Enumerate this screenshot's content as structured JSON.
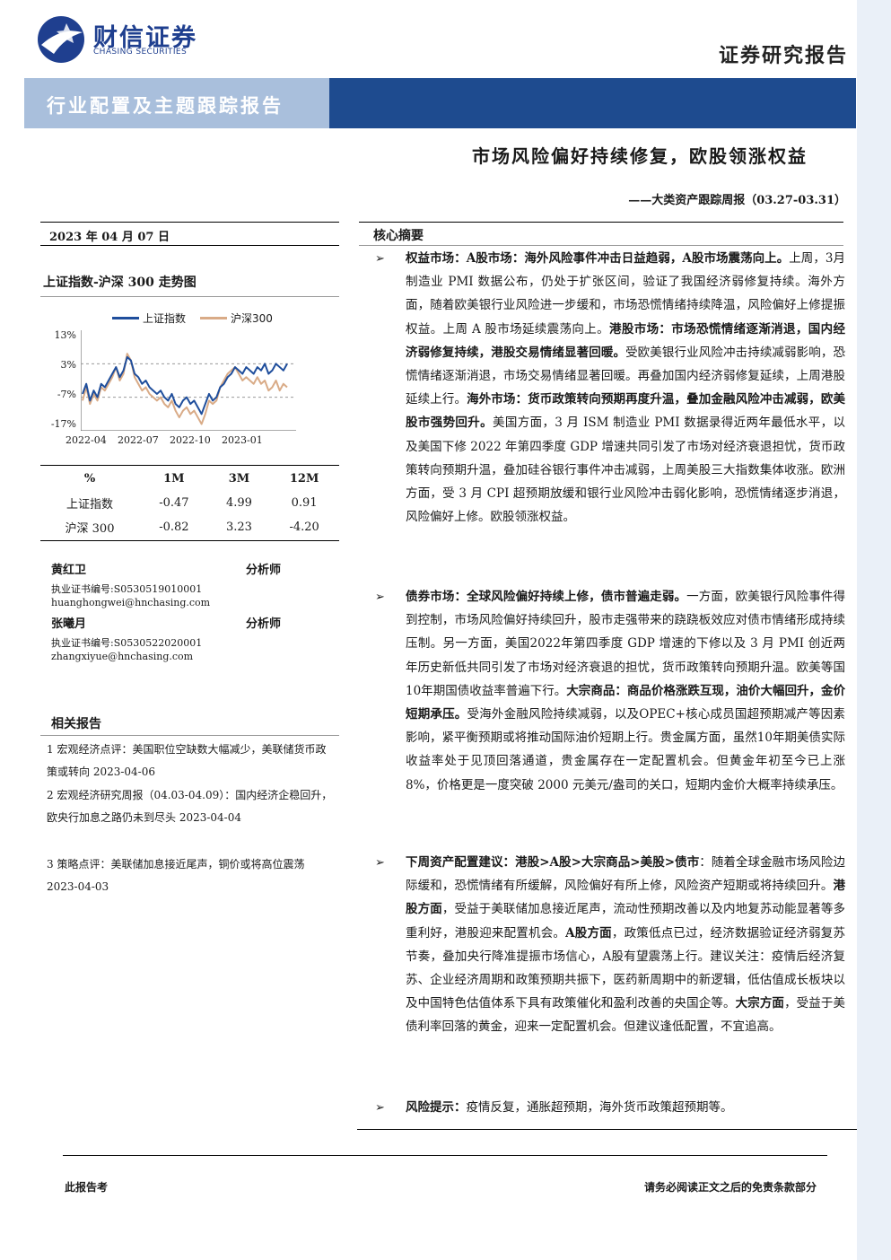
{
  "header": {
    "logo_cn": "财信证券",
    "logo_en": "CHASING SECURITIES",
    "report_type": "证券研究报告",
    "banner": "行业配置及主题跟踪报告",
    "title": "市场风险偏好持续修复，欧股领涨权益",
    "subtitle": "——大类资产跟踪周报（03.27-03.31）",
    "colors": {
      "primary": "#1e4b8f",
      "light": "#a9bfdc"
    }
  },
  "sidebar": {
    "date": "2023 年 04 月 07 日",
    "chart_heading": "上证指数-沪深 300 走势图",
    "performance_table": {
      "headers": [
        "%",
        "1M",
        "3M",
        "12M"
      ],
      "rows": [
        [
          "上证指数",
          "-0.47",
          "4.99",
          "0.91"
        ],
        [
          "沪深 300",
          "-0.82",
          "3.23",
          "-4.20"
        ]
      ]
    },
    "analysts": [
      {
        "name": "黄红卫",
        "role": "分析师",
        "cert": "执业证书编号:S0530519010001",
        "email": "huanghongwei@hnchasing.com"
      },
      {
        "name": "张曦月",
        "role": "分析师",
        "cert": "执业证书编号:S0530522020001",
        "email": "zhangxiyue@hnchasing.com"
      }
    ],
    "related_heading": "相关报告",
    "related_reports": [
      "1 宏观经济点评：美国职位空缺数大幅减少，美联储货币政策或转向 2023-04-06",
      "2 宏观经济研究周报（04.03-04.09）：国内经济企稳回升，欧央行加息之路仍未到尽头 2023-04-04",
      "3 策略点评：美联储加息接近尾声，铜价或将高位震荡 2023-04-03"
    ]
  },
  "chart_data": {
    "type": "line",
    "title": "上证指数-沪深 300 走势图",
    "x_tick_labels": [
      "2022-04",
      "2022-07",
      "2022-10",
      "2023-01"
    ],
    "y_tick_labels": [
      "13%",
      "3%",
      "-7%",
      "-17%"
    ],
    "ylim": [
      -17,
      13
    ],
    "legend_placement": "top",
    "series": [
      {
        "name": "上证指数",
        "color": "#1f4e9c",
        "values": [
          -6,
          -3,
          -8,
          -5,
          -7,
          -3,
          -4,
          -2,
          0,
          2,
          -1,
          1,
          5,
          4,
          0,
          -1,
          -3,
          -2,
          -4,
          -5,
          -6,
          -5,
          -7,
          -8,
          -6,
          -9,
          -10,
          -8,
          -7,
          -9,
          -8,
          -10,
          -12,
          -9,
          -6,
          -8,
          -7,
          -4,
          -3,
          -1,
          0,
          2,
          1,
          0,
          2,
          1,
          0,
          2,
          1,
          3,
          0,
          1,
          3,
          2,
          1,
          3
        ]
      },
      {
        "name": "沪深300",
        "color": "#d9ab87",
        "values": [
          -8,
          -4,
          -9,
          -6,
          -8,
          -4,
          -5,
          -3,
          -1,
          2,
          -2,
          0,
          6,
          4,
          -1,
          -3,
          -5,
          -4,
          -6,
          -7,
          -8,
          -7,
          -9,
          -10,
          -8,
          -11,
          -13,
          -11,
          -10,
          -12,
          -11,
          -13,
          -15,
          -12,
          -8,
          -9,
          -8,
          -4,
          -2,
          0,
          1,
          2,
          0,
          -2,
          -1,
          -2,
          -3,
          -1,
          -3,
          -2,
          -5,
          -4,
          -2,
          -5,
          -3,
          -4
        ]
      }
    ]
  },
  "summary": {
    "heading": "核心摘要",
    "bullets": [
      {
        "arrow": "➢",
        "segments": [
          {
            "bold": true,
            "text": "权益市场：A股市场：海外风险事件冲击日益趋弱，A股市场震荡向上。"
          },
          {
            "bold": false,
            "text": "上周，3月制造业 PMI 数据公布，仍处于扩张区间，验证了我国经济弱修复持续。海外方面，随着欧美银行业风险进一步缓和，市场恐慌情绪持续降温，风险偏好上修提振权益。上周 A 股市场延续震荡向上。"
          },
          {
            "bold": true,
            "text": "港股市场：市场恐慌情绪逐渐消退，国内经济弱修复持续，港股交易情绪显著回暖。"
          },
          {
            "bold": false,
            "text": "受欧美银行业风险冲击持续减弱影响，恐慌情绪逐渐消退，市场交易情绪显著回暖。再叠加国内经济弱修复延续，上周港股延续上行。"
          },
          {
            "bold": true,
            "text": "海外市场：货币政策转向预期再度升温，叠加金融风险冲击减弱，欧美股市强势回升。"
          },
          {
            "bold": false,
            "text": "美国方面，3 月 ISM 制造业 PMI 数据录得近两年最低水平，以及美国下修 2022 年第四季度 GDP 增速共同引发了市场对经济衰退担忧，货币政策转向预期升温，叠加硅谷银行事件冲击减弱，上周美股三大指数集体收涨。欧洲方面，受 3 月 CPI 超预期放缓和银行业风险冲击弱化影响，恐慌情绪逐步消退，风险偏好上修。欧股领涨权益。"
          }
        ]
      },
      {
        "arrow": "➢",
        "segments": [
          {
            "bold": true,
            "text": "债券市场：全球风险偏好持续上修，债市普遍走弱。"
          },
          {
            "bold": false,
            "text": "一方面，欧美银行风险事件得到控制，市场风险偏好持续回升，股市走强带来的跷跷板效应对债市情绪形成持续压制。另一方面，美国2022年第四季度 GDP 增速的下修以及 3 月 PMI 创近两年历史新低共同引发了市场对经济衰退的担忧，货币政策转向预期升温。欧美等国10年期国债收益率普遍下行。"
          },
          {
            "bold": true,
            "text": "大宗商品：商品价格涨跌互现，油价大幅回升，金价短期承压。"
          },
          {
            "bold": false,
            "text": "受海外金融风险持续减弱，以及OPEC+核心成员国超预期减产等因素影响，紧平衡预期或将推动国际油价短期上行。贵金属方面，虽然10年期美债实际收益率处于见顶回落通道，贵金属存在一定配置机会。但黄金年初至今已上涨 8%，价格更是一度突破 2000 元美元/盎司的关口，短期内金价大概率持续承压。"
          }
        ]
      },
      {
        "arrow": "➢",
        "segments": [
          {
            "bold": true,
            "text": "下周资产配置建议：港股>A股>大宗商品>美股>债市"
          },
          {
            "bold": false,
            "text": "：随着全球金融市场风险边际缓和，恐慌情绪有所缓解，风险偏好有所上修，风险资产短期或将持续回升。"
          },
          {
            "bold": true,
            "text": "港股方面"
          },
          {
            "bold": false,
            "text": "，受益于美联储加息接近尾声，流动性预期改善以及内地复苏动能显著等多重利好，港股迎来配置机会。"
          },
          {
            "bold": true,
            "text": "A股方面"
          },
          {
            "bold": false,
            "text": "，政策低点已过，经济数据验证经济弱复苏节奏，叠加央行降准提振市场信心，A股有望震荡上行。建议关注：疫情后经济复苏、企业经济周期和政策预期共振下，医药新周期中的新逻辑，低估值成长板块以及中国特色估值体系下具有政策催化和盈利改善的央国企等。"
          },
          {
            "bold": true,
            "text": "大宗方面"
          },
          {
            "bold": false,
            "text": "，受益于美债利率回落的黄金，迎来一定配置机会。但建议逢低配置，不宜追高。"
          }
        ]
      },
      {
        "arrow": "➢",
        "segments": [
          {
            "bold": true,
            "text": "风险提示："
          },
          {
            "bold": false,
            "text": "疫情反复，通胀超预期，海外货币政策超预期等。"
          }
        ]
      }
    ]
  },
  "footer": {
    "left": "此报告考",
    "right": "请务必阅读正文之后的免责条款部分"
  }
}
